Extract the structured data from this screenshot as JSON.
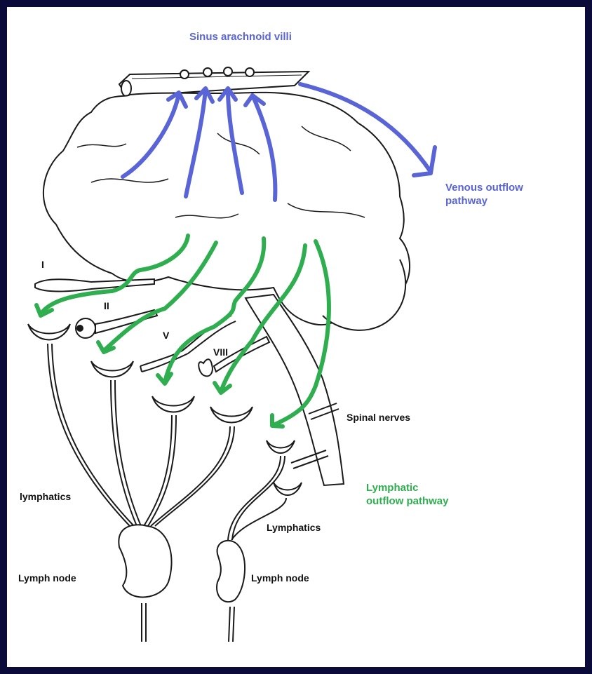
{
  "labels": {
    "sinus": "Sinus arachnoid villi",
    "venous": "Venous outflow\npathway",
    "cn1": "I",
    "cn2": "II",
    "cn5": "V",
    "cn8": "VIII",
    "spinal": "Spinal nerves",
    "lymphatic_pathway": "Lymphatic\noutflow pathway",
    "lymphatics_left": "lymphatics",
    "lymphatics_right": "Lymphatics",
    "lymph_node_left": "Lymph node",
    "lymph_node_right": "Lymph node"
  },
  "colors": {
    "venous": "#5964d6",
    "lymphatic": "#2fae4f",
    "outline": "#1a1a1a",
    "background_border": "#0b0b3a"
  }
}
